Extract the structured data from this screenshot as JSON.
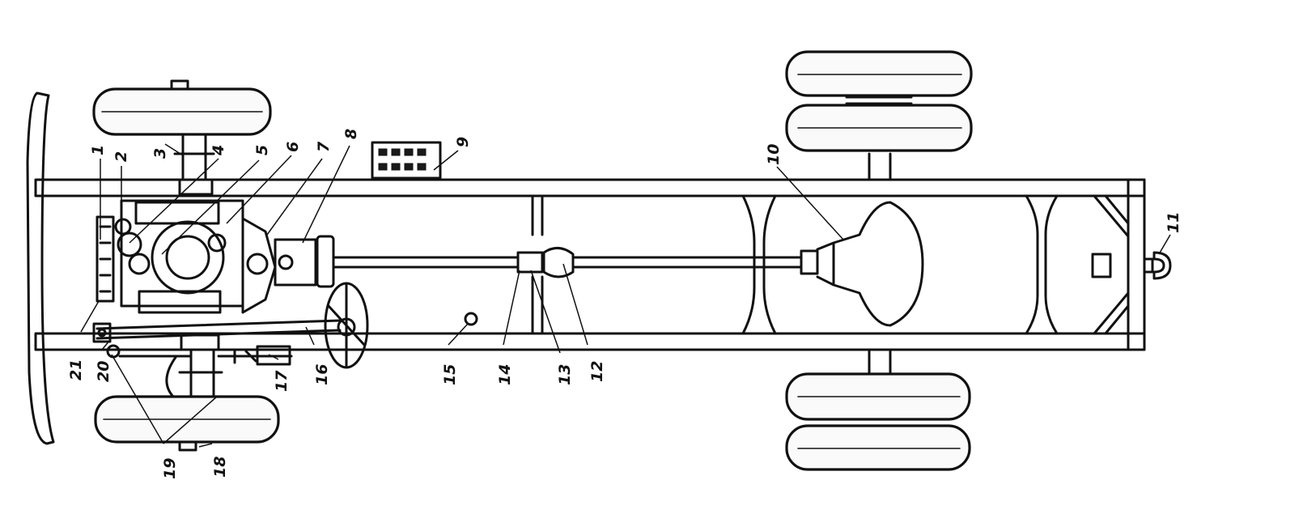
{
  "callouts": [
    {
      "id": "c1",
      "text": "1"
    },
    {
      "id": "c2",
      "text": "2"
    },
    {
      "id": "c3",
      "text": "3"
    },
    {
      "id": "c4",
      "text": "4"
    },
    {
      "id": "c5",
      "text": "5"
    },
    {
      "id": "c6",
      "text": "6"
    },
    {
      "id": "c7",
      "text": "7"
    },
    {
      "id": "c8",
      "text": "8"
    },
    {
      "id": "c9",
      "text": "9"
    },
    {
      "id": "c10",
      "text": "10"
    },
    {
      "id": "c11",
      "text": "11"
    },
    {
      "id": "c12",
      "text": "12"
    },
    {
      "id": "c13",
      "text": "13"
    },
    {
      "id": "c14",
      "text": "14"
    },
    {
      "id": "c15",
      "text": "15"
    },
    {
      "id": "c16",
      "text": "16"
    },
    {
      "id": "c17",
      "text": "17"
    },
    {
      "id": "c18",
      "text": "18"
    },
    {
      "id": "c19",
      "text": "19"
    },
    {
      "id": "c20",
      "text": "20"
    },
    {
      "id": "c21",
      "text": "21"
    }
  ],
  "colors": {
    "line": "#111111",
    "background": "#ffffff"
  }
}
